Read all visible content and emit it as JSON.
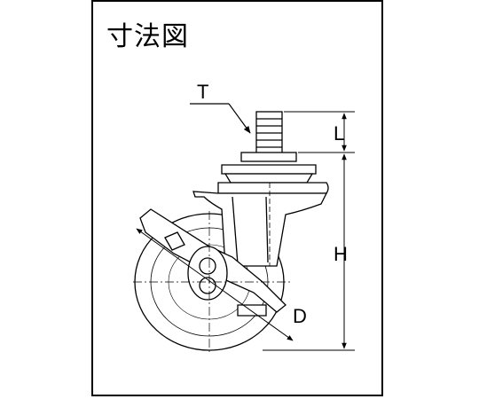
{
  "title": "寸法図",
  "labels": {
    "T": "T",
    "L": "L",
    "H": "H",
    "D": "D"
  }
}
